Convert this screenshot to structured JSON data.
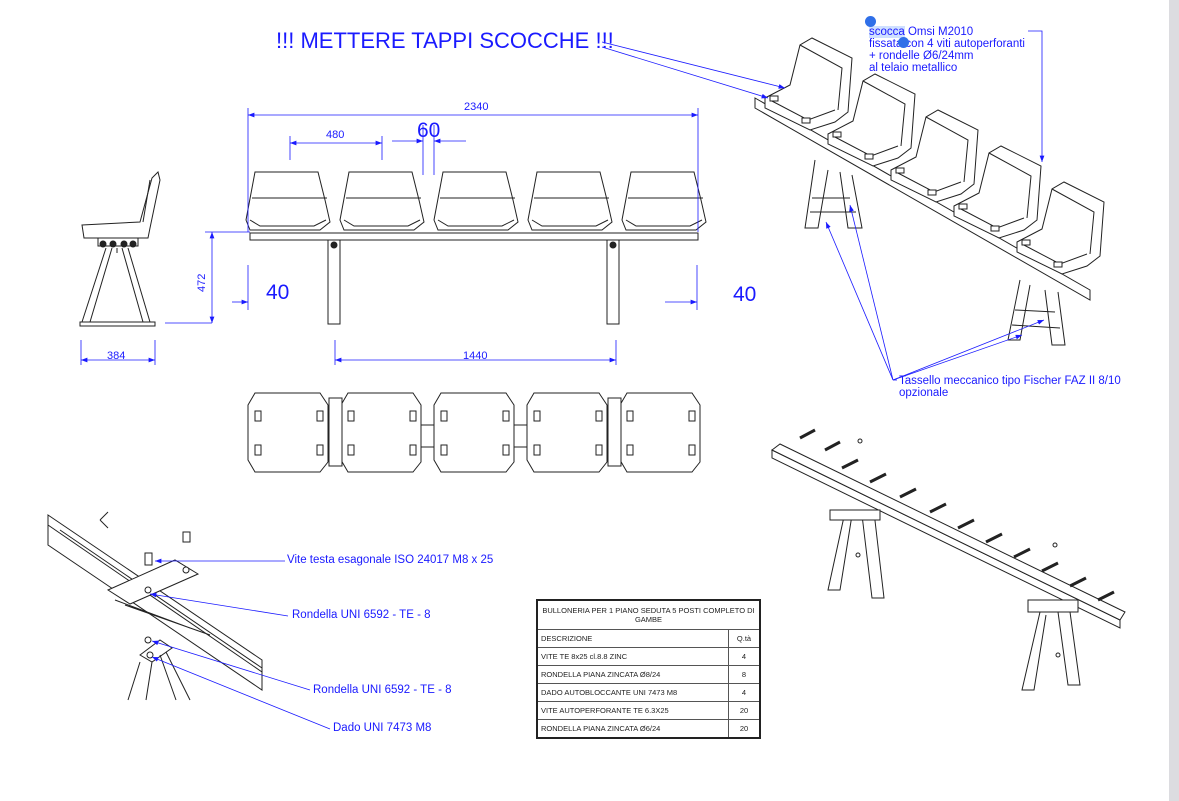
{
  "title": "!!! METTERE TAPPI SCOCCHE !!!",
  "dimensions": {
    "total_width": "2340",
    "seat_pitch": "480",
    "gap": "60",
    "height": "472",
    "depth": "384",
    "leg_span": "1440",
    "overhang_left": "40",
    "overhang_right": "40"
  },
  "notes": {
    "shell_word": "scocca",
    "shell_rest": " Omsi M2010",
    "shell_line2": "fissata con 4 viti autoperforanti",
    "shell_line3": "+ rondelle Ø6/24mm",
    "shell_line4": "al telaio metallico",
    "anchor_line1": "Tassello meccanico tipo Fischer FAZ II 8/10",
    "anchor_line2": "opzionale"
  },
  "callouts": {
    "screw": "Vite testa esagonale ISO 24017 M8 x 25",
    "washer1": "Rondella UNI 6592 - TE - 8",
    "washer2": "Rondella UNI 6592 - TE - 8",
    "nut": "Dado UNI 7473 M8"
  },
  "bom": {
    "title": "BULLONERIA PER 1 PIANO SEDUTA 5 POSTI COMPLETO DI GAMBE",
    "col_desc": "DESCRIZIONE",
    "col_qty": "Q.tà",
    "rows": [
      {
        "desc": "VITE TE 8x25 cl.8.8 ZINC",
        "qty": "4"
      },
      {
        "desc": "RONDELLA PIANA ZINCATA Ø8/24",
        "qty": "8"
      },
      {
        "desc": "DADO AUTOBLOCCANTE UNI 7473 M8",
        "qty": "4"
      },
      {
        "desc": "VITE AUTOPERFORANTE TE 6.3X25",
        "qty": "20"
      },
      {
        "desc": "RONDELLA PIANA ZINCATA Ø6/24",
        "qty": "20"
      }
    ]
  },
  "colors": {
    "annotation": "#1a1aff",
    "drawing": "#222222",
    "selection": "#2f6fe8"
  }
}
